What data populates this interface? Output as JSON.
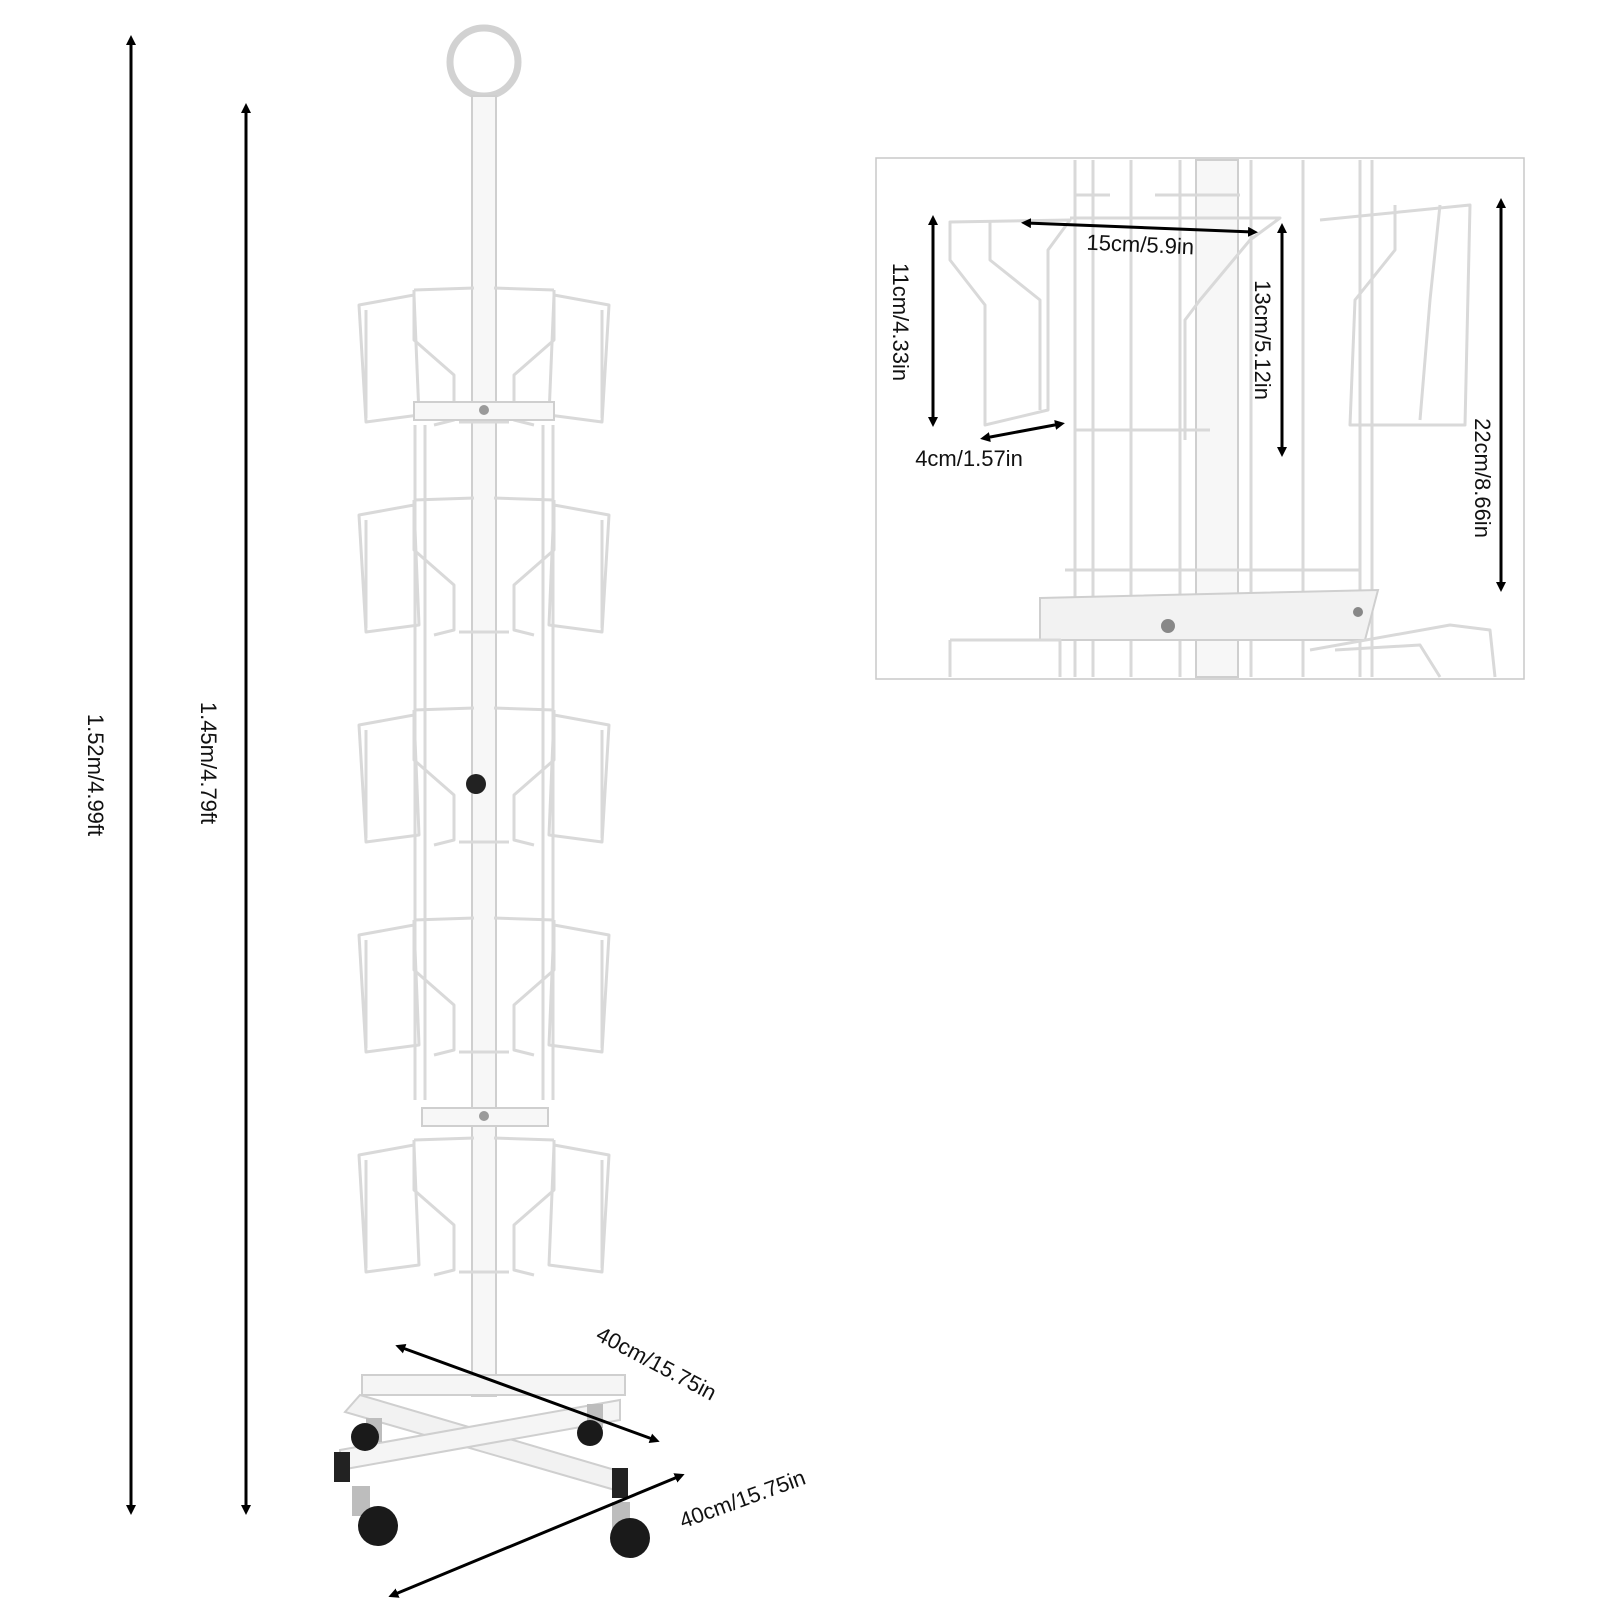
{
  "dimensions": {
    "total_height": "1.52m/4.99ft",
    "rack_height": "1.45m/4.79ft",
    "base_length": "40cm/15.75in",
    "base_width": "40cm/15.75in"
  },
  "detail": {
    "pocket_width": "15cm/5.9in",
    "pocket_height": "11cm/4.33in",
    "front_lip_height": "13cm/5.12in",
    "pocket_depth": "4cm/1.57in",
    "tier_spacing": "22cm/8.66in"
  },
  "colors": {
    "product": "#ffffff",
    "wire_shadow": "#d9d9d9",
    "arrows": "#000000",
    "wheels": "#1a1a1a"
  }
}
